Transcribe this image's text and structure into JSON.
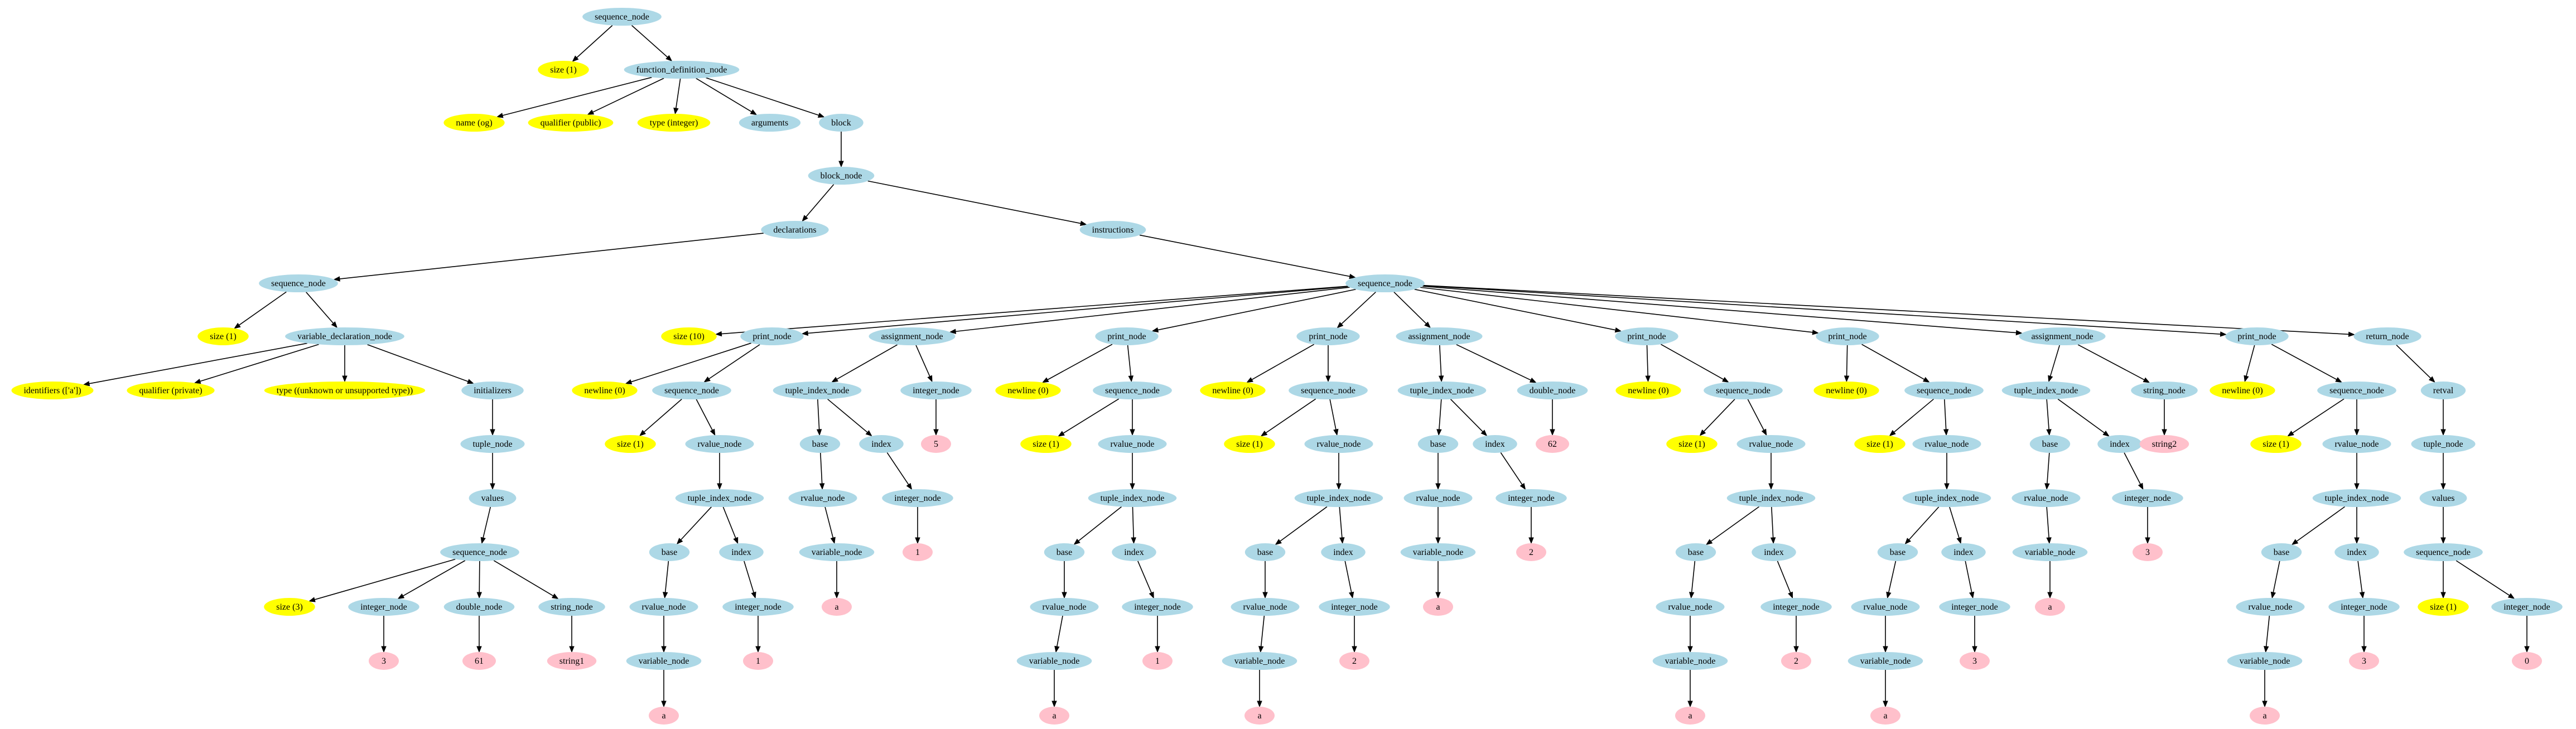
{
  "colors": {
    "node": "#add8e6",
    "attribute": "#ffff00",
    "leaf": "#ffc0cb",
    "edge": "#000000"
  },
  "nodes": [
    {
      "id": "n0",
      "label": "sequence_node",
      "kind": "node"
    },
    {
      "id": "n1",
      "label": "size (1)",
      "kind": "attribute"
    },
    {
      "id": "n2",
      "label": "function_definition_node",
      "kind": "node"
    },
    {
      "id": "n3",
      "label": "name (og)",
      "kind": "attribute"
    },
    {
      "id": "n4",
      "label": "qualifier (public)",
      "kind": "attribute"
    },
    {
      "id": "n5",
      "label": "type (integer)",
      "kind": "attribute"
    },
    {
      "id": "n6",
      "label": "arguments",
      "kind": "node"
    },
    {
      "id": "n7",
      "label": "block",
      "kind": "node"
    },
    {
      "id": "n8",
      "label": "block_node",
      "kind": "node"
    },
    {
      "id": "n9",
      "label": "declarations",
      "kind": "node"
    },
    {
      "id": "n10",
      "label": "instructions",
      "kind": "node"
    },
    {
      "id": "n11",
      "label": "sequence_node",
      "kind": "node"
    },
    {
      "id": "n12",
      "label": "size (1)",
      "kind": "attribute"
    },
    {
      "id": "n13",
      "label": "variable_declaration_node",
      "kind": "node"
    },
    {
      "id": "n14",
      "label": "identifiers (['a'])",
      "kind": "attribute"
    },
    {
      "id": "n15",
      "label": "qualifier (private)",
      "kind": "attribute"
    },
    {
      "id": "n16",
      "label": "type ((unknown or unsupported type))",
      "kind": "attribute"
    },
    {
      "id": "n17",
      "label": "initializers",
      "kind": "node"
    },
    {
      "id": "n18",
      "label": "tuple_node",
      "kind": "node"
    },
    {
      "id": "n19",
      "label": "values",
      "kind": "node"
    },
    {
      "id": "n20",
      "label": "sequence_node",
      "kind": "node"
    },
    {
      "id": "n21",
      "label": "size (3)",
      "kind": "attribute"
    },
    {
      "id": "n22",
      "label": "integer_node",
      "kind": "node"
    },
    {
      "id": "n23",
      "label": "3",
      "kind": "leaf"
    },
    {
      "id": "n24",
      "label": "double_node",
      "kind": "node"
    },
    {
      "id": "n25",
      "label": "61",
      "kind": "leaf"
    },
    {
      "id": "n26",
      "label": "string_node",
      "kind": "node"
    },
    {
      "id": "n27",
      "label": "string1",
      "kind": "leaf"
    },
    {
      "id": "n28",
      "label": "sequence_node",
      "kind": "node"
    },
    {
      "id": "n29",
      "label": "size (10)",
      "kind": "attribute"
    },
    {
      "id": "n30",
      "label": "print_node",
      "kind": "node"
    },
    {
      "id": "n31",
      "label": "newline (0)",
      "kind": "attribute"
    },
    {
      "id": "n32",
      "label": "sequence_node",
      "kind": "node"
    },
    {
      "id": "n33",
      "label": "size (1)",
      "kind": "attribute"
    },
    {
      "id": "n34",
      "label": "rvalue_node",
      "kind": "node"
    },
    {
      "id": "n35",
      "label": "tuple_index_node",
      "kind": "node"
    },
    {
      "id": "n36",
      "label": "base",
      "kind": "node"
    },
    {
      "id": "n37",
      "label": "rvalue_node",
      "kind": "node"
    },
    {
      "id": "n38",
      "label": "variable_node",
      "kind": "node"
    },
    {
      "id": "n39",
      "label": "a",
      "kind": "leaf"
    },
    {
      "id": "n40",
      "label": "index",
      "kind": "node"
    },
    {
      "id": "n41",
      "label": "integer_node",
      "kind": "node"
    },
    {
      "id": "n42",
      "label": "1",
      "kind": "leaf"
    },
    {
      "id": "n43",
      "label": "assignment_node",
      "kind": "node"
    },
    {
      "id": "n44",
      "label": "tuple_index_node",
      "kind": "node"
    },
    {
      "id": "n45",
      "label": "base",
      "kind": "node"
    },
    {
      "id": "n46",
      "label": "rvalue_node",
      "kind": "node"
    },
    {
      "id": "n47",
      "label": "variable_node",
      "kind": "node"
    },
    {
      "id": "n48",
      "label": "a",
      "kind": "leaf"
    },
    {
      "id": "n49",
      "label": "index",
      "kind": "node"
    },
    {
      "id": "n50",
      "label": "integer_node",
      "kind": "node"
    },
    {
      "id": "n51",
      "label": "1",
      "kind": "leaf"
    },
    {
      "id": "n52",
      "label": "integer_node",
      "kind": "node"
    },
    {
      "id": "n53",
      "label": "5",
      "kind": "leaf"
    },
    {
      "id": "n54",
      "label": "print_node",
      "kind": "node"
    },
    {
      "id": "n55",
      "label": "newline (0)",
      "kind": "attribute"
    },
    {
      "id": "n56",
      "label": "sequence_node",
      "kind": "node"
    },
    {
      "id": "n57",
      "label": "size (1)",
      "kind": "attribute"
    },
    {
      "id": "n58",
      "label": "rvalue_node",
      "kind": "node"
    },
    {
      "id": "n59",
      "label": "tuple_index_node",
      "kind": "node"
    },
    {
      "id": "n60",
      "label": "base",
      "kind": "node"
    },
    {
      "id": "n61",
      "label": "rvalue_node",
      "kind": "node"
    },
    {
      "id": "n62",
      "label": "variable_node",
      "kind": "node"
    },
    {
      "id": "n63",
      "label": "a",
      "kind": "leaf"
    },
    {
      "id": "n64",
      "label": "index",
      "kind": "node"
    },
    {
      "id": "n65",
      "label": "integer_node",
      "kind": "node"
    },
    {
      "id": "n66",
      "label": "1",
      "kind": "leaf"
    },
    {
      "id": "n67",
      "label": "print_node",
      "kind": "node"
    },
    {
      "id": "n68",
      "label": "newline (0)",
      "kind": "attribute"
    },
    {
      "id": "n69",
      "label": "sequence_node",
      "kind": "node"
    },
    {
      "id": "n70",
      "label": "size (1)",
      "kind": "attribute"
    },
    {
      "id": "n71",
      "label": "rvalue_node",
      "kind": "node"
    },
    {
      "id": "n72",
      "label": "tuple_index_node",
      "kind": "node"
    },
    {
      "id": "n73",
      "label": "base",
      "kind": "node"
    },
    {
      "id": "n74",
      "label": "rvalue_node",
      "kind": "node"
    },
    {
      "id": "n75",
      "label": "variable_node",
      "kind": "node"
    },
    {
      "id": "n76",
      "label": "a",
      "kind": "leaf"
    },
    {
      "id": "n77",
      "label": "index",
      "kind": "node"
    },
    {
      "id": "n78",
      "label": "integer_node",
      "kind": "node"
    },
    {
      "id": "n79",
      "label": "2",
      "kind": "leaf"
    },
    {
      "id": "n80",
      "label": "assignment_node",
      "kind": "node"
    },
    {
      "id": "n81",
      "label": "tuple_index_node",
      "kind": "node"
    },
    {
      "id": "n82",
      "label": "base",
      "kind": "node"
    },
    {
      "id": "n83",
      "label": "rvalue_node",
      "kind": "node"
    },
    {
      "id": "n84",
      "label": "variable_node",
      "kind": "node"
    },
    {
      "id": "n85",
      "label": "a",
      "kind": "leaf"
    },
    {
      "id": "n86",
      "label": "index",
      "kind": "node"
    },
    {
      "id": "n87",
      "label": "integer_node",
      "kind": "node"
    },
    {
      "id": "n88",
      "label": "2",
      "kind": "leaf"
    },
    {
      "id": "n89",
      "label": "double_node",
      "kind": "node"
    },
    {
      "id": "n90",
      "label": "62",
      "kind": "leaf"
    },
    {
      "id": "n91",
      "label": "print_node",
      "kind": "node"
    },
    {
      "id": "n92",
      "label": "newline (0)",
      "kind": "attribute"
    },
    {
      "id": "n93",
      "label": "sequence_node",
      "kind": "node"
    },
    {
      "id": "n94",
      "label": "size (1)",
      "kind": "attribute"
    },
    {
      "id": "n95",
      "label": "rvalue_node",
      "kind": "node"
    },
    {
      "id": "n96",
      "label": "tuple_index_node",
      "kind": "node"
    },
    {
      "id": "n97",
      "label": "base",
      "kind": "node"
    },
    {
      "id": "n98",
      "label": "rvalue_node",
      "kind": "node"
    },
    {
      "id": "n99",
      "label": "variable_node",
      "kind": "node"
    },
    {
      "id": "n100",
      "label": "a",
      "kind": "leaf"
    },
    {
      "id": "n101",
      "label": "index",
      "kind": "node"
    },
    {
      "id": "n102",
      "label": "integer_node",
      "kind": "node"
    },
    {
      "id": "n103",
      "label": "2",
      "kind": "leaf"
    },
    {
      "id": "n104",
      "label": "print_node",
      "kind": "node"
    },
    {
      "id": "n105",
      "label": "newline (0)",
      "kind": "attribute"
    },
    {
      "id": "n106",
      "label": "sequence_node",
      "kind": "node"
    },
    {
      "id": "n107",
      "label": "size (1)",
      "kind": "attribute"
    },
    {
      "id": "n108",
      "label": "rvalue_node",
      "kind": "node"
    },
    {
      "id": "n109",
      "label": "tuple_index_node",
      "kind": "node"
    },
    {
      "id": "n110",
      "label": "base",
      "kind": "node"
    },
    {
      "id": "n111",
      "label": "rvalue_node",
      "kind": "node"
    },
    {
      "id": "n112",
      "label": "variable_node",
      "kind": "node"
    },
    {
      "id": "n113",
      "label": "a",
      "kind": "leaf"
    },
    {
      "id": "n114",
      "label": "index",
      "kind": "node"
    },
    {
      "id": "n115",
      "label": "integer_node",
      "kind": "node"
    },
    {
      "id": "n116",
      "label": "3",
      "kind": "leaf"
    },
    {
      "id": "n117",
      "label": "assignment_node",
      "kind": "node"
    },
    {
      "id": "n118",
      "label": "tuple_index_node",
      "kind": "node"
    },
    {
      "id": "n119",
      "label": "base",
      "kind": "node"
    },
    {
      "id": "n120",
      "label": "rvalue_node",
      "kind": "node"
    },
    {
      "id": "n121",
      "label": "variable_node",
      "kind": "node"
    },
    {
      "id": "n122",
      "label": "a",
      "kind": "leaf"
    },
    {
      "id": "n123",
      "label": "index",
      "kind": "node"
    },
    {
      "id": "n124",
      "label": "integer_node",
      "kind": "node"
    },
    {
      "id": "n125",
      "label": "3",
      "kind": "leaf"
    },
    {
      "id": "n126",
      "label": "string_node",
      "kind": "node"
    },
    {
      "id": "n127",
      "label": "string2",
      "kind": "leaf"
    },
    {
      "id": "n128",
      "label": "print_node",
      "kind": "node"
    },
    {
      "id": "n129",
      "label": "newline (0)",
      "kind": "attribute"
    },
    {
      "id": "n130",
      "label": "sequence_node",
      "kind": "node"
    },
    {
      "id": "n131",
      "label": "size (1)",
      "kind": "attribute"
    },
    {
      "id": "n132",
      "label": "rvalue_node",
      "kind": "node"
    },
    {
      "id": "n133",
      "label": "tuple_index_node",
      "kind": "node"
    },
    {
      "id": "n134",
      "label": "base",
      "kind": "node"
    },
    {
      "id": "n135",
      "label": "rvalue_node",
      "kind": "node"
    },
    {
      "id": "n136",
      "label": "variable_node",
      "kind": "node"
    },
    {
      "id": "n137",
      "label": "a",
      "kind": "leaf"
    },
    {
      "id": "n138",
      "label": "index",
      "kind": "node"
    },
    {
      "id": "n139",
      "label": "integer_node",
      "kind": "node"
    },
    {
      "id": "n140",
      "label": "3",
      "kind": "leaf"
    },
    {
      "id": "n141",
      "label": "return_node",
      "kind": "node"
    },
    {
      "id": "n142",
      "label": "retval",
      "kind": "node"
    },
    {
      "id": "n143",
      "label": "tuple_node",
      "kind": "node"
    },
    {
      "id": "n144",
      "label": "values",
      "kind": "node"
    },
    {
      "id": "n145",
      "label": "sequence_node",
      "kind": "node"
    },
    {
      "id": "n146",
      "label": "size (1)",
      "kind": "attribute"
    },
    {
      "id": "n147",
      "label": "integer_node",
      "kind": "node"
    },
    {
      "id": "n148",
      "label": "0",
      "kind": "leaf"
    }
  ],
  "edges": [
    [
      "n0",
      "n1"
    ],
    [
      "n0",
      "n2"
    ],
    [
      "n2",
      "n3"
    ],
    [
      "n2",
      "n4"
    ],
    [
      "n2",
      "n5"
    ],
    [
      "n2",
      "n6"
    ],
    [
      "n2",
      "n7"
    ],
    [
      "n7",
      "n8"
    ],
    [
      "n8",
      "n9"
    ],
    [
      "n8",
      "n10"
    ],
    [
      "n9",
      "n11"
    ],
    [
      "n11",
      "n12"
    ],
    [
      "n11",
      "n13"
    ],
    [
      "n13",
      "n14"
    ],
    [
      "n13",
      "n15"
    ],
    [
      "n13",
      "n16"
    ],
    [
      "n13",
      "n17"
    ],
    [
      "n17",
      "n18"
    ],
    [
      "n18",
      "n19"
    ],
    [
      "n19",
      "n20"
    ],
    [
      "n20",
      "n21"
    ],
    [
      "n20",
      "n22"
    ],
    [
      "n20",
      "n24"
    ],
    [
      "n20",
      "n26"
    ],
    [
      "n22",
      "n23"
    ],
    [
      "n24",
      "n25"
    ],
    [
      "n26",
      "n27"
    ],
    [
      "n10",
      "n28"
    ],
    [
      "n28",
      "n29"
    ],
    [
      "n28",
      "n30"
    ],
    [
      "n28",
      "n43"
    ],
    [
      "n28",
      "n54"
    ],
    [
      "n28",
      "n67"
    ],
    [
      "n28",
      "n80"
    ],
    [
      "n28",
      "n91"
    ],
    [
      "n28",
      "n104"
    ],
    [
      "n28",
      "n117"
    ],
    [
      "n28",
      "n128"
    ],
    [
      "n28",
      "n141"
    ],
    [
      "n30",
      "n31"
    ],
    [
      "n30",
      "n32"
    ],
    [
      "n32",
      "n33"
    ],
    [
      "n32",
      "n34"
    ],
    [
      "n34",
      "n35"
    ],
    [
      "n35",
      "n36"
    ],
    [
      "n35",
      "n40"
    ],
    [
      "n36",
      "n37"
    ],
    [
      "n37",
      "n38"
    ],
    [
      "n38",
      "n39"
    ],
    [
      "n40",
      "n41"
    ],
    [
      "n41",
      "n42"
    ],
    [
      "n43",
      "n44"
    ],
    [
      "n43",
      "n52"
    ],
    [
      "n44",
      "n45"
    ],
    [
      "n44",
      "n49"
    ],
    [
      "n45",
      "n46"
    ],
    [
      "n46",
      "n47"
    ],
    [
      "n47",
      "n48"
    ],
    [
      "n49",
      "n50"
    ],
    [
      "n50",
      "n51"
    ],
    [
      "n52",
      "n53"
    ],
    [
      "n54",
      "n55"
    ],
    [
      "n54",
      "n56"
    ],
    [
      "n56",
      "n57"
    ],
    [
      "n56",
      "n58"
    ],
    [
      "n58",
      "n59"
    ],
    [
      "n59",
      "n60"
    ],
    [
      "n59",
      "n64"
    ],
    [
      "n60",
      "n61"
    ],
    [
      "n61",
      "n62"
    ],
    [
      "n62",
      "n63"
    ],
    [
      "n64",
      "n65"
    ],
    [
      "n65",
      "n66"
    ],
    [
      "n67",
      "n68"
    ],
    [
      "n67",
      "n69"
    ],
    [
      "n69",
      "n70"
    ],
    [
      "n69",
      "n71"
    ],
    [
      "n71",
      "n72"
    ],
    [
      "n72",
      "n73"
    ],
    [
      "n72",
      "n77"
    ],
    [
      "n73",
      "n74"
    ],
    [
      "n74",
      "n75"
    ],
    [
      "n75",
      "n76"
    ],
    [
      "n77",
      "n78"
    ],
    [
      "n78",
      "n79"
    ],
    [
      "n80",
      "n81"
    ],
    [
      "n80",
      "n89"
    ],
    [
      "n81",
      "n82"
    ],
    [
      "n81",
      "n86"
    ],
    [
      "n82",
      "n83"
    ],
    [
      "n83",
      "n84"
    ],
    [
      "n84",
      "n85"
    ],
    [
      "n86",
      "n87"
    ],
    [
      "n87",
      "n88"
    ],
    [
      "n89",
      "n90"
    ],
    [
      "n91",
      "n92"
    ],
    [
      "n91",
      "n93"
    ],
    [
      "n93",
      "n94"
    ],
    [
      "n93",
      "n95"
    ],
    [
      "n95",
      "n96"
    ],
    [
      "n96",
      "n97"
    ],
    [
      "n96",
      "n101"
    ],
    [
      "n97",
      "n98"
    ],
    [
      "n98",
      "n99"
    ],
    [
      "n99",
      "n100"
    ],
    [
      "n101",
      "n102"
    ],
    [
      "n102",
      "n103"
    ],
    [
      "n104",
      "n105"
    ],
    [
      "n104",
      "n106"
    ],
    [
      "n106",
      "n107"
    ],
    [
      "n106",
      "n108"
    ],
    [
      "n108",
      "n109"
    ],
    [
      "n109",
      "n110"
    ],
    [
      "n109",
      "n114"
    ],
    [
      "n110",
      "n111"
    ],
    [
      "n111",
      "n112"
    ],
    [
      "n112",
      "n113"
    ],
    [
      "n114",
      "n115"
    ],
    [
      "n115",
      "n116"
    ],
    [
      "n117",
      "n118"
    ],
    [
      "n117",
      "n126"
    ],
    [
      "n118",
      "n119"
    ],
    [
      "n118",
      "n123"
    ],
    [
      "n119",
      "n120"
    ],
    [
      "n120",
      "n121"
    ],
    [
      "n121",
      "n122"
    ],
    [
      "n123",
      "n124"
    ],
    [
      "n124",
      "n125"
    ],
    [
      "n126",
      "n127"
    ],
    [
      "n128",
      "n129"
    ],
    [
      "n128",
      "n130"
    ],
    [
      "n130",
      "n131"
    ],
    [
      "n130",
      "n132"
    ],
    [
      "n132",
      "n133"
    ],
    [
      "n133",
      "n134"
    ],
    [
      "n133",
      "n138"
    ],
    [
      "n134",
      "n135"
    ],
    [
      "n135",
      "n136"
    ],
    [
      "n136",
      "n137"
    ],
    [
      "n138",
      "n139"
    ],
    [
      "n139",
      "n140"
    ],
    [
      "n141",
      "n142"
    ],
    [
      "n142",
      "n143"
    ],
    [
      "n143",
      "n144"
    ],
    [
      "n144",
      "n145"
    ],
    [
      "n145",
      "n146"
    ],
    [
      "n145",
      "n147"
    ],
    [
      "n147",
      "n148"
    ]
  ]
}
